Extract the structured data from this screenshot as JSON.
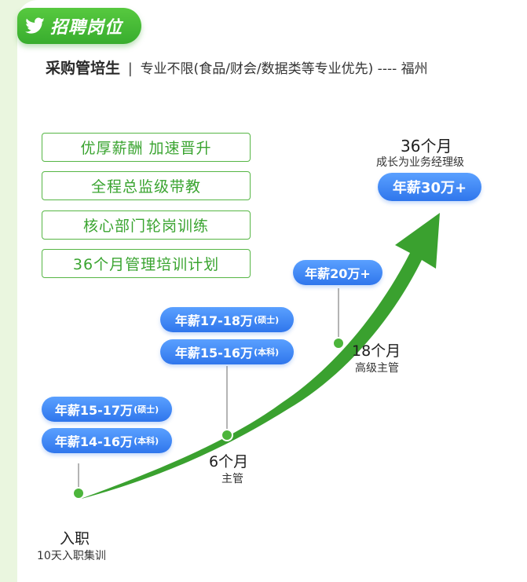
{
  "header": {
    "tag_label": "招聘岗位",
    "role": "采购管培生",
    "separator": "|",
    "detail": "专业不限(食品/财会/数据类等专业优先) ---- 福州"
  },
  "benefits": [
    "优厚薪酬 加速晋升",
    "全程总监级带教",
    "核心部门轮岗训练",
    "36个月管理培训计划"
  ],
  "milestones": {
    "entry": {
      "title": "入职",
      "sub": "10天入职集训",
      "salary_master": "年薪15-17万",
      "salary_master_tag": "(硕士)",
      "salary_bachelor": "年薪14-16万",
      "salary_bachelor_tag": "(本科)"
    },
    "m6": {
      "title": "6个月",
      "sub": "主管",
      "salary_master": "年薪17-18万",
      "salary_master_tag": "(硕士)",
      "salary_bachelor": "年薪15-16万",
      "salary_bachelor_tag": "(本科)"
    },
    "m18": {
      "title": "18个月",
      "sub": "高级主管",
      "salary": "年薪20万+"
    },
    "m36": {
      "title": "36个月",
      "sub": "成长为业务经理级",
      "salary": "年薪30万+"
    }
  },
  "colors": {
    "brand_green": "#3aa430",
    "pill_blue": "#2f76ec"
  }
}
